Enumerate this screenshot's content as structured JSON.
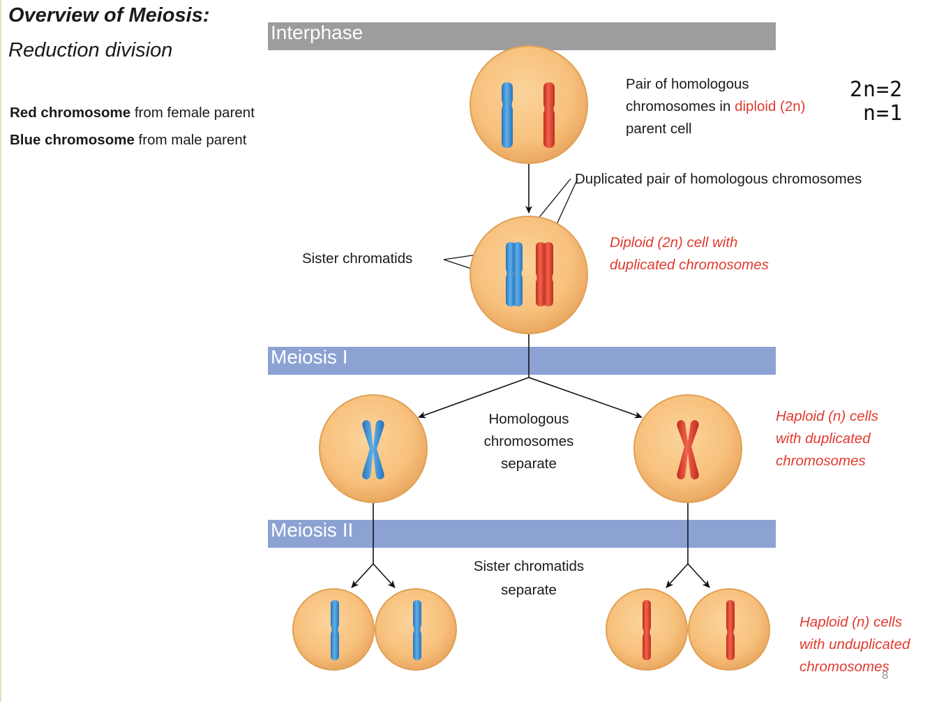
{
  "title": "Overview of Meiosis:",
  "subtitle": "Reduction division",
  "legend": {
    "red_bold": "Red chromosome",
    "red_rest": " from female parent",
    "blue_bold": "Blue  chromosome",
    "blue_rest": " from male parent"
  },
  "bands": {
    "interphase": "Interphase",
    "meiosis1": "Meiosis I",
    "meiosis2": "Meiosis II"
  },
  "labels": {
    "pair_line1": "Pair of homologous",
    "pair_line2_a": "chromosomes in ",
    "pair_line2_b": "diploid (2n)",
    "pair_line3": "parent cell",
    "duplicated_pair": "Duplicated pair of homologous chromosomes",
    "sister_chromatids": "Sister chromatids",
    "diploid_dup_1": "Diploid (2n) cell with",
    "diploid_dup_2": "duplicated chromosomes",
    "homologous_1": "Homologous",
    "homologous_2": "chromosomes",
    "homologous_3": "separate",
    "haploid_dup_1": "Haploid (n) cells",
    "haploid_dup_2": "with duplicated",
    "haploid_dup_3": "chromosomes",
    "sister_sep_1": "Sister chromatids",
    "sister_sep_2": "separate",
    "haploid_undup_1": "Haploid (n) cells",
    "haploid_undup_2": "with unduplicated",
    "haploid_undup_3": "chromosomes"
  },
  "handwritten": {
    "line1": "2n=2",
    "line2": "n=1"
  },
  "page_number": "8",
  "colors": {
    "cell_fill": "#f7c07c",
    "cell_edge": "#e3a357",
    "chromosome_red": "#e0442f",
    "chromosome_blue": "#3a8fd0",
    "band_gray": "#9d9d9d",
    "band_blue": "#8ba2d3",
    "label_red": "#e03a2e"
  }
}
